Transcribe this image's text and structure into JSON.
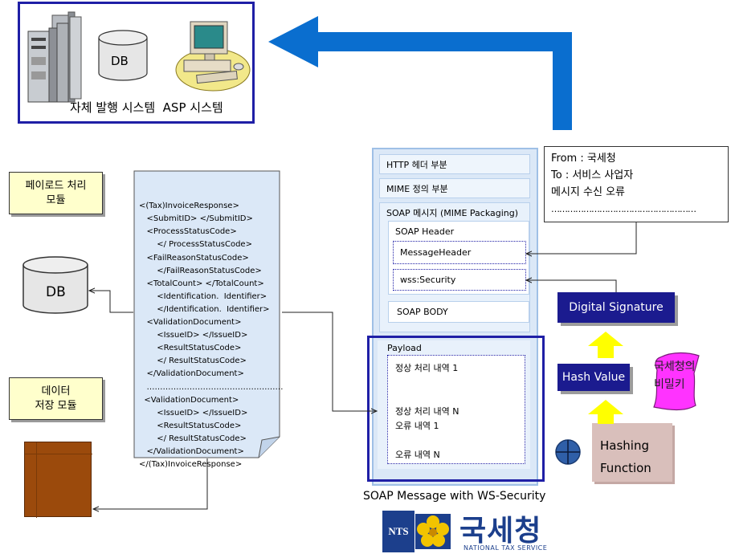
{
  "system_panel": {
    "db_label": "DB",
    "caption": "자체 발행 시스템  ASP 시스템"
  },
  "modules": {
    "payload_module": "페이로드 처리\n모듈",
    "db_label": "DB",
    "storage_module": "데이터\n저장 모듈"
  },
  "xml_document": {
    "lines": [
      "<(Tax)InvoiceResponse>",
      "   <SubmitID> </SubmitID>",
      "   <ProcessStatusCode>",
      "       </ ProcessStatusCode>",
      "   <FailReasonStatusCode>",
      "       </FailReasonStatusCode>",
      "   <TotalCount> </TotalCount>",
      "       <Identification.  Identifier>",
      "       </Identification.  Identifier>",
      "   <ValidationDocument>",
      "       <IssueID> </IssueID>",
      "       <ResultStatusCode>",
      "       </ ResultStatusCode>",
      "   </ValidationDocument>",
      "   ……………………………………………",
      "  <ValidationDocument>",
      "       <IssueID> </IssueID>",
      "       <ResultStatusCode>",
      "       </ ResultStatusCode>",
      "   </ValidationDocument>",
      "</(Tax)InvoiceResponse>"
    ]
  },
  "from_box": {
    "lines": [
      "From : 국세청",
      "To : 서비스 사업자",
      "메시지 수신 오류",
      "………………………………………………"
    ]
  },
  "soap": {
    "http_header": "HTTP 헤더 부분",
    "mime": "MIME 정의 부분",
    "soap_message": "SOAP 메시지 (MIME Packaging)",
    "soap_header": "SOAP Header",
    "message_header": "MessageHeader",
    "wss_security": "wss:Security",
    "soap_body": "SOAP BODY",
    "payload": "Payload",
    "payload_lines": [
      "정상 처리 내역 1",
      "정상 처리 내역 N",
      "오류 내역 1",
      "오류 내역 N"
    ],
    "caption": "SOAP Message with WS-Security"
  },
  "security": {
    "digital_signature": "Digital Signature",
    "hash_value": "Hash Value",
    "private_key": "국세청의\n비밀키",
    "hashing_function": "Hashing\nFunction"
  },
  "logo": {
    "nts": "NTS",
    "korean": "국세청",
    "english": "NATIONAL TAX SERVICE"
  },
  "colors": {
    "dark_blue": "#1f1fa6",
    "arrow_blue": "#0a6ecf",
    "yellow_fill": "#ffffcc",
    "soap_fill": "#dbe8f7",
    "brown": "#9b4a0c",
    "key_magenta": "#ff33ff",
    "hash_fill": "#d9bfbb"
  }
}
